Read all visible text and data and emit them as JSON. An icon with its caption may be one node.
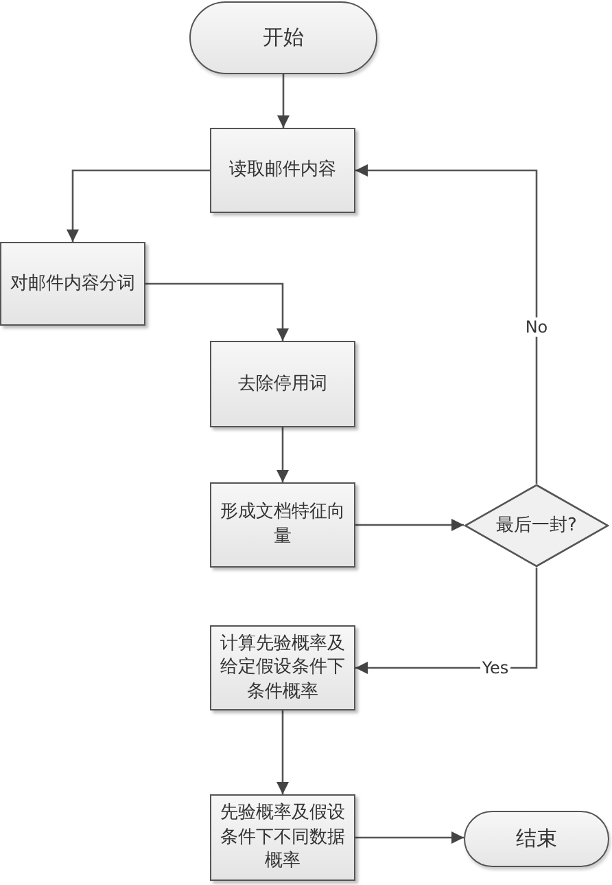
{
  "diagram": {
    "nodes": [
      {
        "text": [
          "开始"
        ]
      },
      {
        "text": [
          "读取邮件内容"
        ]
      },
      {
        "text": [
          "对邮件内容分词"
        ]
      },
      {
        "text": [
          "去除停用词"
        ]
      },
      {
        "text": [
          "形成文档特征向量"
        ]
      },
      {
        "text": [
          "最后一封?"
        ]
      },
      {
        "text": [
          "计算先验概率及给定假设条件下条件概率"
        ]
      },
      {
        "text": [
          "先验概率及假设条件下不同数据概率"
        ]
      },
      {
        "text": [
          "结束"
        ]
      }
    ],
    "edges": [
      {
        "from": 0,
        "to": 1,
        "arrow": "to"
      },
      {
        "from": 1,
        "to": 2,
        "arrow": "to"
      },
      {
        "from": 2,
        "to": 3,
        "arrow": "to"
      },
      {
        "from": 3,
        "to": 4,
        "arrow": "to"
      },
      {
        "from": 4,
        "to": 5,
        "arrow": "to"
      },
      {
        "from": 5,
        "to": 1,
        "arrow": "to",
        "label": "No"
      },
      {
        "from": 5,
        "to": 6,
        "arrow": "to",
        "label": "Yes"
      },
      {
        "from": 6,
        "to": 7,
        "arrow": "to"
      },
      {
        "from": 7,
        "to": 8,
        "arrow": "to"
      }
    ]
  }
}
